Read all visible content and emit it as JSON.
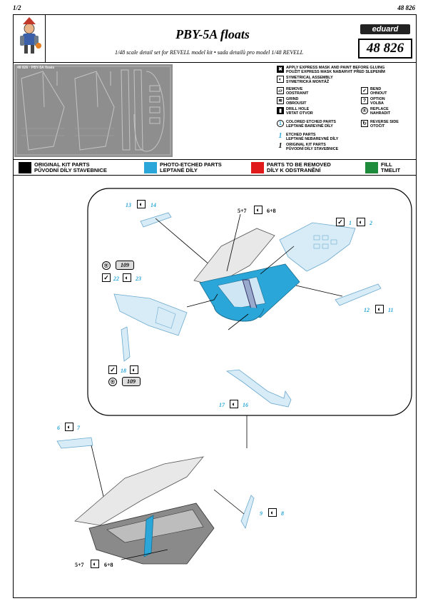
{
  "page": {
    "left_number": "1/2",
    "right_number": "48 826"
  },
  "header": {
    "title": "PBY-5A floats",
    "subtitle": "1/48 scale detail set for REVELL model kit  •  sada detailů pro model 1/48 REVELL",
    "brand": "eduard",
    "catalog_number": "48 826"
  },
  "fret": {
    "label": "48 826 · PBY-5A floats"
  },
  "legend": {
    "items": [
      {
        "icon": "✖",
        "text": "APPLY EXPRESS MASK AND PAINT BEFORE GLUING\nPOUŽIT EXPRESS MASK NABARVIT PŘED SLEPENÍM"
      },
      {
        "icon": "◐",
        "text": "SYMETRICAL ASSEMBLY\nSYMETRICKÁ MONTÁŽ"
      },
      {
        "icon": "▱",
        "text": "REMOVE\nODSTRANIT"
      },
      {
        "icon": "✓",
        "text": "BEND\nOHNOUT"
      },
      {
        "icon": "≋",
        "text": "GRIND\nOBROUSIT"
      },
      {
        "icon": "?",
        "text": "OPTION\nVOLBA"
      },
      {
        "icon": "▮",
        "text": "DRILL HOLE\nVRTAT OTVOR"
      },
      {
        "icon": "®",
        "text": "REPLACE\nNAHRADIT"
      },
      {
        "icon": "1",
        "text": "COLORED ETCHED PARTS\nLEPTANÉ BAREVNÉ DÍLY"
      },
      {
        "icon": "↻",
        "text": "REVERSE SIDE\nOTOČIT"
      },
      {
        "icon": "1",
        "text": "ETCHED PARTS\nLEPTANÉ NEBAREVNÉ DÍLY"
      },
      {
        "icon": "1",
        "text": "ORIGINAL KIT PARTS\nPŮVODNÍ DÍLY STAVEBNICE"
      }
    ]
  },
  "color_legend": [
    {
      "color": "#000000",
      "line1": "ORIGINAL KIT PARTS",
      "line2": "PŮVODNÍ DÍLY STAVEBNICE"
    },
    {
      "color": "#2aa7d8",
      "line1": "PHOTO-ETCHED PARTS",
      "line2": "LEPTANÉ DÍLY"
    },
    {
      "color": "#e01a1a",
      "line1": "PARTS TO BE REMOVED",
      "line2": "DÍLY K ODSTRANĚNÍ"
    },
    {
      "color": "#1e8a3c",
      "line1": "FILL",
      "line2": "TMELIT"
    }
  ],
  "colors": {
    "etch_blue": "#2aa7d8",
    "part_fill": "#cfe6f4",
    "kit_grey": "#8a8a8a"
  },
  "callouts": {
    "p13": "13",
    "p14": "14",
    "p5_7a": "5+7",
    "p6_8a": "6+8",
    "p1": "1",
    "p2": "2",
    "p109a": "109",
    "p22": "22",
    "p23": "23",
    "p12": "12",
    "p11": "11",
    "p18": "18",
    "p109b": "109",
    "p17": "17",
    "p16": "16",
    "p6": "6",
    "p7": "7",
    "p9": "9",
    "p8": "8",
    "p5_7b": "5+7",
    "p6_8b": "6+8"
  }
}
